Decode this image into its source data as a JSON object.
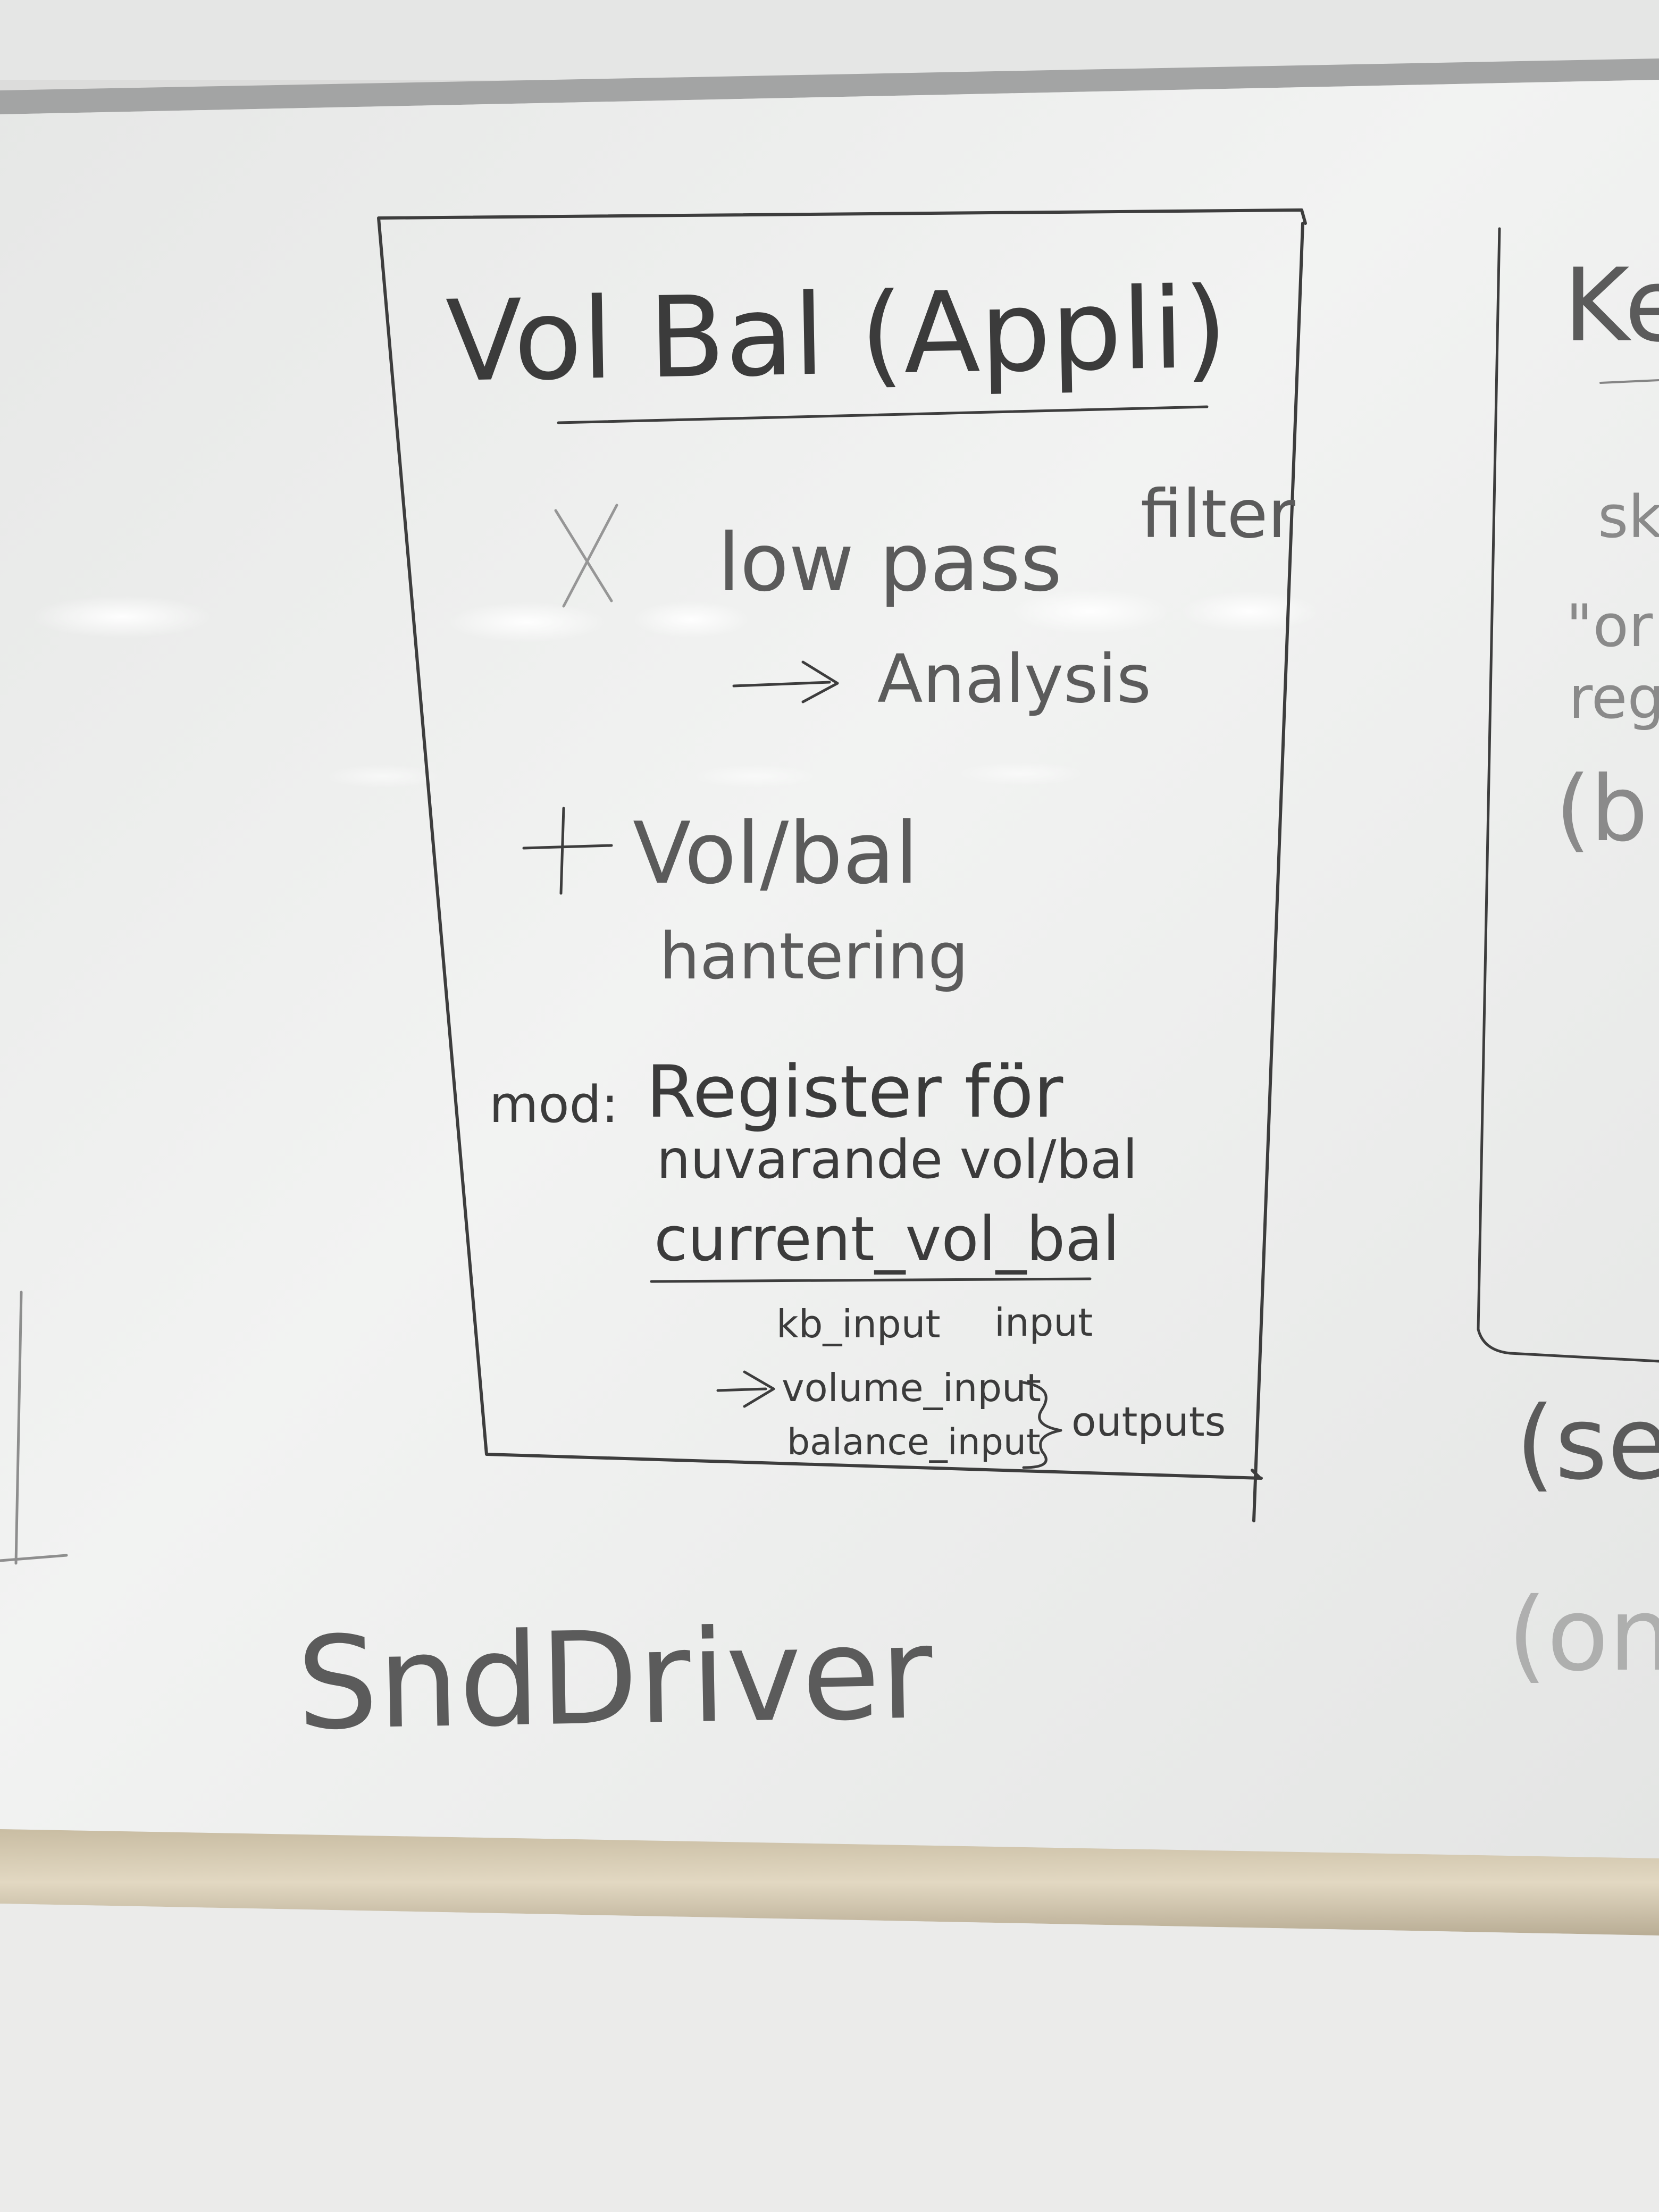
{
  "board": {
    "colors": {
      "board": "#f1f2f1",
      "ink": "#3b3b3b",
      "frame": "#9c9d9d",
      "tray": "#d8cdb5",
      "wall": "#e9e9e8"
    },
    "main_box": {
      "title": "Vol Bal (Appli)",
      "crossed_item": "low pass",
      "crossed_item_note": "filter",
      "arrow_item": "Analysis",
      "plus_item": "Vol/bal",
      "plus_item_line2": "hantering",
      "mod_label": "mod:",
      "mod_line1": "Register för",
      "mod_line2": "nuvarande vol/bal",
      "variable": "current_vol_bal",
      "kb_input": "kb_input",
      "input_label": "input",
      "volume_input": "volume_input",
      "balance_input": "balance_input",
      "outputs_label": "outputs"
    },
    "right_box_fragments": {
      "title": "Ke",
      "line1": "sk",
      "line2": "\"or",
      "line3": "reg",
      "line4": "(b",
      "lower_line1": "(se",
      "lower_line2": "(on"
    },
    "bottom_label": "SndDriver"
  }
}
